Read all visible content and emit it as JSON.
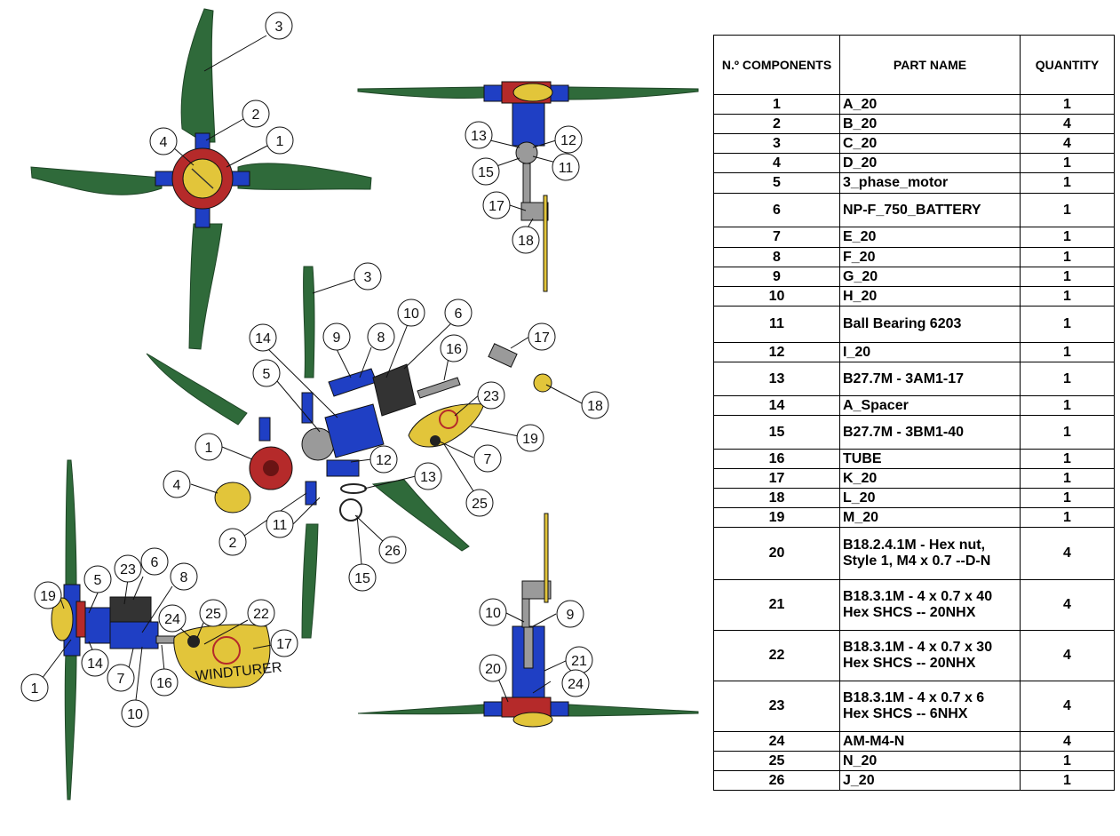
{
  "table": {
    "headers": [
      "N.º COMPONENTS",
      "PART NAME",
      "QUANTITY"
    ],
    "rows": [
      {
        "no": "1",
        "name": "A_20",
        "qty": "1"
      },
      {
        "no": "2",
        "name": "B_20",
        "qty": "4"
      },
      {
        "no": "3",
        "name": "C_20",
        "qty": "4"
      },
      {
        "no": "4",
        "name": "D_20",
        "qty": "1"
      },
      {
        "no": "5",
        "name": "3_phase_motor",
        "qty": "1"
      },
      {
        "no": "6",
        "name": "NP-F_750_BATTERY",
        "qty": "1"
      },
      {
        "no": "7",
        "name": "E_20",
        "qty": "1"
      },
      {
        "no": "8",
        "name": "F_20",
        "qty": "1"
      },
      {
        "no": "9",
        "name": "G_20",
        "qty": "1"
      },
      {
        "no": "10",
        "name": "H_20",
        "qty": "1"
      },
      {
        "no": "11",
        "name": "Ball Bearing 6203",
        "qty": "1"
      },
      {
        "no": "12",
        "name": "I_20",
        "qty": "1"
      },
      {
        "no": "13",
        "name": "B27.7M - 3AM1-17",
        "qty": "1"
      },
      {
        "no": "14",
        "name": "A_Spacer",
        "qty": "1"
      },
      {
        "no": "15",
        "name": "B27.7M - 3BM1-40",
        "qty": "1"
      },
      {
        "no": "16",
        "name": "TUBE",
        "qty": "1"
      },
      {
        "no": "17",
        "name": "K_20",
        "qty": "1"
      },
      {
        "no": "18",
        "name": "L_20",
        "qty": "1"
      },
      {
        "no": "19",
        "name": "M_20",
        "qty": "1"
      },
      {
        "no": "20",
        "name": "B18.2.4.1M - Hex nut,\nStyle 1,  M4 x 0.7 --D-N",
        "qty": "4"
      },
      {
        "no": "21",
        "name": "B18.3.1M - 4 x 0.7 x 40\nHex SHCS -- 20NHX",
        "qty": "4"
      },
      {
        "no": "22",
        "name": "B18.3.1M - 4 x 0.7 x 30\nHex SHCS -- 20NHX",
        "qty": "4"
      },
      {
        "no": "23",
        "name": "B18.3.1M - 4 x 0.7 x 6\nHex SHCS -- 6NHX",
        "qty": "4"
      },
      {
        "no": "24",
        "name": "AM-M4-N",
        "qty": "4"
      },
      {
        "no": "25",
        "name": "N_20",
        "qty": "1"
      },
      {
        "no": "26",
        "name": "J_20",
        "qty": "1"
      }
    ]
  },
  "logo_text": "WINDTURER",
  "colors": {
    "blade_green": "#2f6a3a",
    "hub_red": "#b52a2a",
    "body_blue": "#1f3fc4",
    "tail_yellow": "#e2c53a",
    "motor_gray": "#9a9a9a",
    "battery_dark": "#333333"
  },
  "balloons": {
    "top_view": [
      "1",
      "2",
      "3",
      "4"
    ],
    "side_view_top": [
      "11",
      "12",
      "13",
      "15",
      "17",
      "18"
    ],
    "exploded": [
      "1",
      "2",
      "3",
      "4",
      "5",
      "6",
      "7",
      "8",
      "9",
      "10",
      "11",
      "12",
      "13",
      "14",
      "15",
      "16",
      "17",
      "18",
      "19",
      "23",
      "25",
      "26"
    ],
    "left_side_view": [
      "1",
      "5",
      "6",
      "7",
      "8",
      "10",
      "14",
      "16",
      "17",
      "19",
      "22",
      "23",
      "24",
      "25"
    ],
    "rear_view": [
      "9",
      "10",
      "20",
      "21",
      "24"
    ]
  }
}
